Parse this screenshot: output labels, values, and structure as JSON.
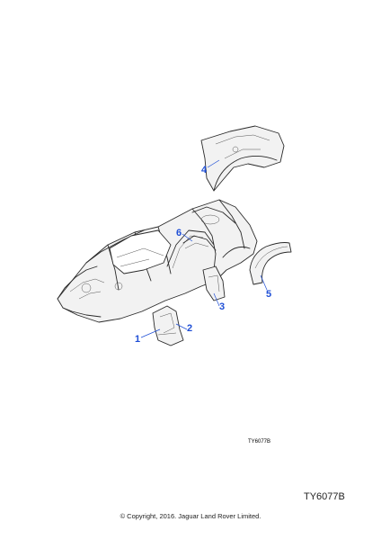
{
  "callouts": [
    "1",
    "2",
    "3",
    "4",
    "5",
    "6"
  ],
  "reference_small": "TY6077B",
  "reference_large": "TY6077B",
  "copyright": "© Copyright, 2016. Jaguar Land Rover Limited.",
  "colors": {
    "callout": "#1f4fd6",
    "line": "#2a2a2a"
  }
}
